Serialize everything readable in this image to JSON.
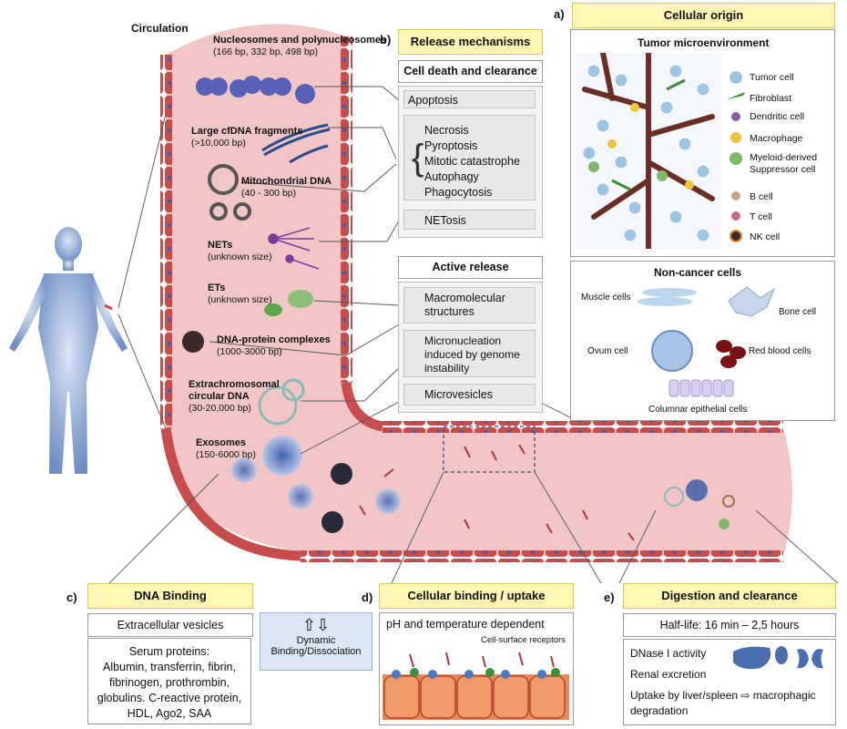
{
  "circulation_label": "Circulation",
  "vessel_items": [
    {
      "title": "Nucleosomes and polynucleosomes",
      "title2": "",
      "detail": "(166 bp, 332 bp, 498 bp)"
    },
    {
      "title": "Large cfDNA fragments",
      "title2": "",
      "detail": "(>10,000 bp)"
    },
    {
      "title": "Mitochondrial DNA",
      "title2": "",
      "detail": "(40 - 300 bp)"
    },
    {
      "title": "NETs",
      "title2": "",
      "detail": "(unknown size)"
    },
    {
      "title": "ETs",
      "title2": "",
      "detail": "(unknown size)"
    },
    {
      "title": "DNA-protein complexes",
      "title2": "",
      "detail": "(1000-3000 bp)"
    },
    {
      "title": "Extrachromosomal",
      "title2": "circular DNA",
      "detail": "(30-20,000 bp)"
    },
    {
      "title": "Exosomes",
      "title2": "",
      "detail": "(150-6000 bp)"
    }
  ],
  "panel_b": {
    "letter": "b)",
    "title": "Release mechanisms",
    "cell_death_header": "Cell death and clearance",
    "apoptosis": "Apoptosis",
    "necrosis_group": [
      "Necrosis",
      "Pyroptosis",
      "Mitotic catastrophe",
      "Autophagy",
      "Phagocytosis"
    ],
    "netosis": "NETosis",
    "active_header": "Active release",
    "active_items": [
      {
        "line1": "Macromolecular",
        "line2": "structures",
        "line3": ""
      },
      {
        "line1": "Micronucleation",
        "line2": "induced by genome",
        "line3": "instability"
      },
      {
        "line1": "Microvesicles",
        "line2": "",
        "line3": ""
      }
    ]
  },
  "panel_a": {
    "letter": "a)",
    "title": "Cellular origin",
    "tme_title": "Tumor microenvironment",
    "tme_legend": [
      "Tumor cell",
      "Fibroblast",
      "Dendritic cell",
      "Macrophage",
      "Myeloid-derived",
      "Suppressor cell",
      "B cell",
      "T cell",
      "NK cell"
    ],
    "noncancer_title": "Non-cancer cells",
    "noncancer_labels": [
      "Muscle cells",
      "Bone cell",
      "Ovum cell",
      "Red blood cells",
      "Columnar epithelial cells"
    ]
  },
  "panel_c": {
    "letter": "c)",
    "title": "DNA Binding",
    "ev": "Extracellular vesicles",
    "serum_title": "Serum proteins:",
    "serum_lines": [
      "Albumin, transferrin, fibrin,",
      "fibrinogen, prothrombin,",
      "globulins. C-reactive protein,",
      "HDL, Ago2, SAA"
    ]
  },
  "dynamic": {
    "arrows": "⇧⇩",
    "line1": "Dynamic",
    "line2": "Binding/Dissociation"
  },
  "panel_d": {
    "letter": "d)",
    "title": "Cellular binding / uptake",
    "subtitle": "pH and temperature dependent",
    "receptors": "Cell-surface receptors"
  },
  "panel_e": {
    "letter": "e)",
    "title": "Digestion and clearance",
    "halflife": "Half-life: 16 min – 2,5 hours",
    "dnase": "DNase I activity",
    "renal": "Renal excretion",
    "uptake1": "Uptake by liver/spleen ⇨ macrophagic",
    "uptake2": "degradation"
  },
  "colors": {
    "vessel": "#f2c6c6",
    "wall": "#c94c4c",
    "wall_nucleus": "#3a5fa8",
    "yellow": "#fff7b3",
    "grey": "#e8e8e8"
  }
}
